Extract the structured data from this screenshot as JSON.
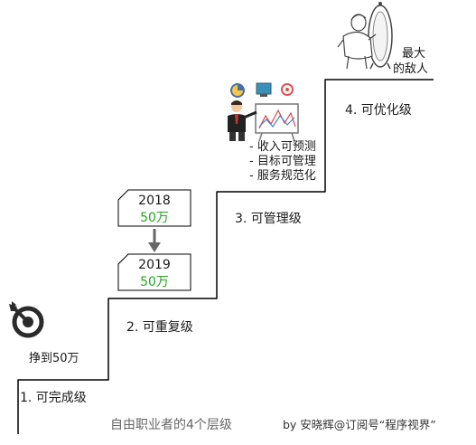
{
  "steps": {
    "step1": "1. 可完成级",
    "step2": "2. 可重复级",
    "step3": "3. 可管理级",
    "step4": "4. 可优化级"
  },
  "goal": {
    "label": "挣到50万",
    "icon": "target-icon"
  },
  "cards": {
    "card1": {
      "year": "2018",
      "amount": "50万"
    },
    "card2": {
      "year": "2019",
      "amount": "50万"
    }
  },
  "bullets": [
    "- 收入可预测",
    "- 目标可管理",
    "- 服务规范化"
  ],
  "enemy": {
    "line1": "最大",
    "line2": "的敌人",
    "icon": "mirror-icon"
  },
  "presenter_icon": "presenter-chart-icon",
  "footer": {
    "title": "自由职业者的4个层级",
    "byline": "by 安晓辉@订阅号“程序视界”"
  },
  "colors": {
    "accent_green": "#22a822",
    "line": "#000000",
    "arrow": "#666666"
  }
}
